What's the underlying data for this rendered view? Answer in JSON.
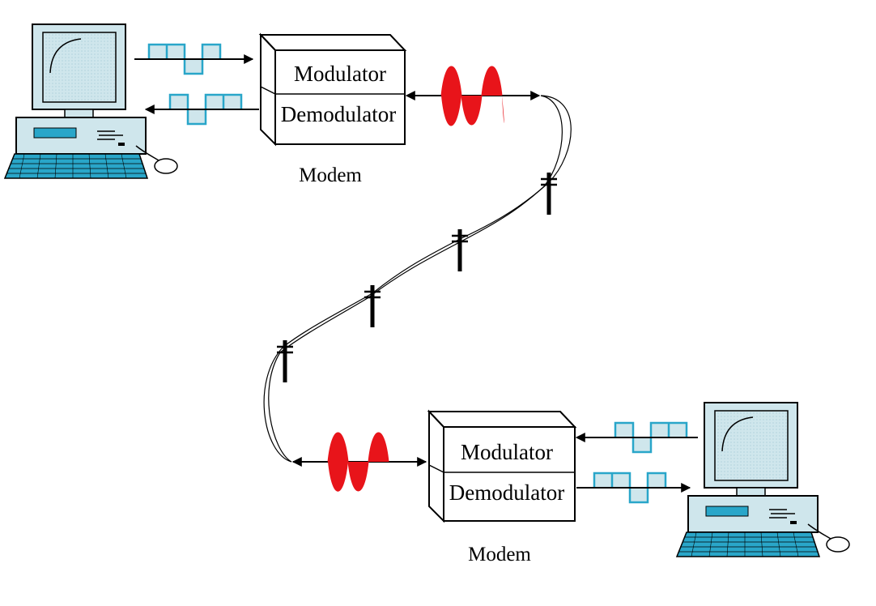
{
  "modems": [
    {
      "modulator_label": "Modulator",
      "demodulator_label": "Demodulator",
      "caption": "Modem"
    },
    {
      "modulator_label": "Modulator",
      "demodulator_label": "Demodulator",
      "caption": "Modem"
    }
  ],
  "colors": {
    "digital_signal": "#29a6c9",
    "analog_signal": "#e8141a",
    "screen": "#cfe6ec",
    "outline": "#000000"
  },
  "icons": {
    "computer": "desktop-computer-icon",
    "pole": "telephone-pole-icon"
  }
}
